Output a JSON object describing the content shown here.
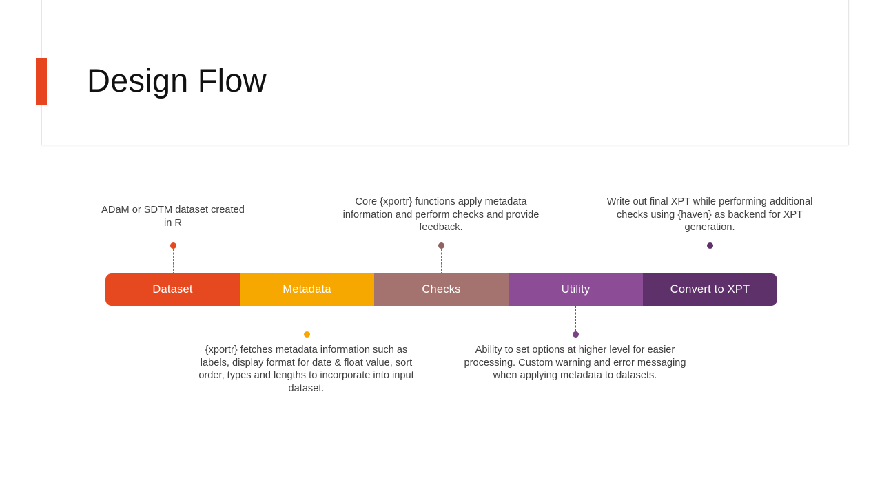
{
  "slide": {
    "title": "Design Flow",
    "accent_color": "#E7451F",
    "background": "#FFFFFF",
    "card_border": "#E6E6E6"
  },
  "flow": {
    "segments": [
      {
        "label": "Dataset",
        "color": "#E6491F",
        "dot_color": "#E6491F"
      },
      {
        "label": "Metadata",
        "color": "#F6A800",
        "dot_color": "#F6A800"
      },
      {
        "label": "Checks",
        "color": "#A4736F",
        "dot_color": "#8F6360"
      },
      {
        "label": "Utility",
        "color": "#8C4C96",
        "dot_color": "#7D3F88"
      },
      {
        "label": "Convert to XPT",
        "color": "#5F316A",
        "dot_color": "#5F316A"
      }
    ]
  },
  "callouts": {
    "dataset": {
      "position": "above",
      "text": "ADaM or SDTM dataset created in R"
    },
    "metadata": {
      "position": "below",
      "text": "{xportr} fetches metadata information such as labels, display format for date & float value, sort order, types and lengths to incorporate into input dataset."
    },
    "checks": {
      "position": "above",
      "text": "Core {xportr} functions apply metadata information and perform checks and provide feedback."
    },
    "utility": {
      "position": "below",
      "text": "Ability to set options at higher level for easier processing. Custom warning and error messaging when applying metadata to datasets."
    },
    "convert": {
      "position": "above",
      "text": "Write out final XPT while performing additional checks using {haven} as backend for XPT generation."
    }
  }
}
